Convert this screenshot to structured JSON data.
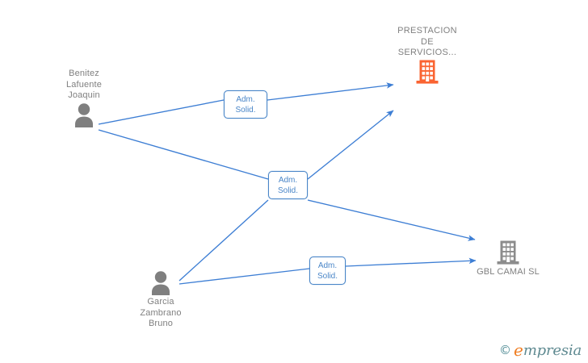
{
  "diagram": {
    "type": "org-relationship-graph",
    "background_color": "#ffffff",
    "edge_color": "#3d7ed4",
    "label_border_color": "#4a86c8",
    "label_text_color": "#4a86c8",
    "person_icon_color": "#7f7f7f",
    "company_highlight_color": "#fa6432",
    "company_default_color": "#8c8c8c",
    "caption_color": "#808080",
    "nodes": [
      {
        "id": "person-benitez",
        "kind": "person",
        "icon": "person-icon",
        "caption": "Benitez\nLafuente\nJoaquin",
        "caption_position": "above"
      },
      {
        "id": "person-garcia",
        "kind": "person",
        "icon": "person-icon",
        "caption": "Garcia\nZambrano\nBruno",
        "caption_position": "below"
      },
      {
        "id": "company-prestacion",
        "kind": "company",
        "icon": "building-icon",
        "caption": "PRESTACION\nDE\nSERVICIOS...",
        "caption_position": "above",
        "highlighted": true
      },
      {
        "id": "company-gbl-camai",
        "kind": "company",
        "icon": "building-icon",
        "caption": "GBL CAMAI  SL",
        "caption_position": "below",
        "highlighted": false
      }
    ],
    "edge_labels": [
      {
        "id": "edge-label-top",
        "text": "Adm.\nSolid."
      },
      {
        "id": "edge-label-middle",
        "text": "Adm.\nSolid."
      },
      {
        "id": "edge-label-bottom",
        "text": "Adm.\nSolid."
      }
    ],
    "edges": [
      {
        "from": "person-benitez",
        "to": "company-prestacion",
        "label": "edge-label-top",
        "relation": "Adm. Solid."
      },
      {
        "from": "person-benitez",
        "to": "company-gbl-camai",
        "label": "edge-label-middle",
        "relation": "Adm. Solid."
      },
      {
        "from": "person-garcia",
        "to": "company-prestacion",
        "label": "edge-label-middle",
        "relation": "Adm. Solid."
      },
      {
        "from": "person-garcia",
        "to": "company-gbl-camai",
        "label": "edge-label-bottom",
        "relation": "Adm. Solid."
      }
    ]
  },
  "watermark": {
    "copyright_symbol": "©",
    "brand_first_letter": "e",
    "brand_rest": "mpresia"
  }
}
